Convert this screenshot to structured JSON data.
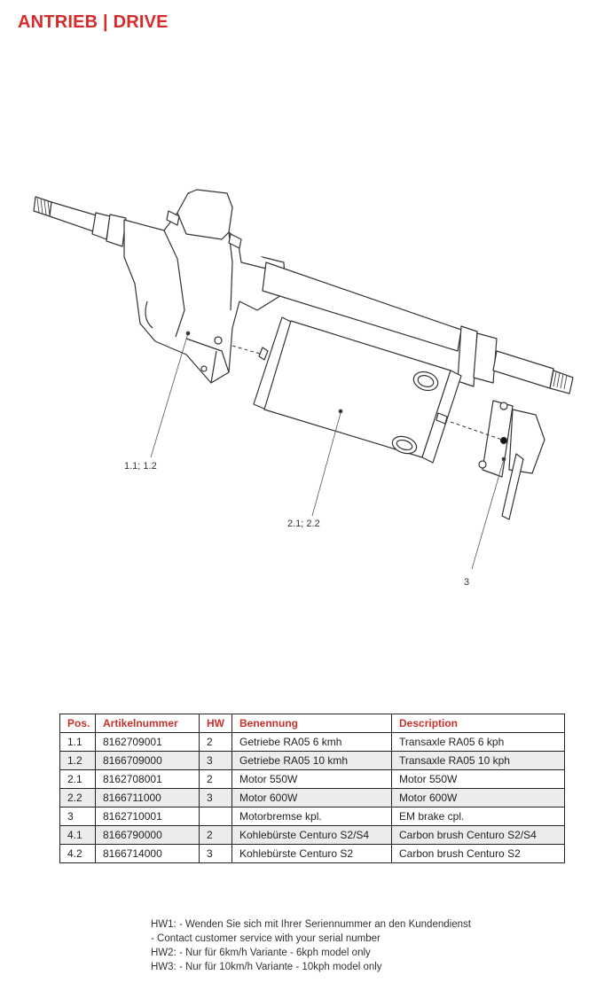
{
  "header": {
    "title": "ANTRIEB  | DRIVE"
  },
  "callouts": [
    "1.1; 1.2",
    "2.1; 2.2",
    "3"
  ],
  "table": {
    "headers": [
      "Pos.",
      "Artikelnummer",
      "HW",
      "Benennung",
      "Description"
    ],
    "rows": [
      [
        "1.1",
        "8162709001",
        "2",
        "Getriebe RA05 6 kmh",
        "Transaxle RA05 6 kph"
      ],
      [
        "1.2",
        "8166709000",
        "3",
        "Getriebe RA05 10 kmh",
        "Transaxle RA05 10 kph"
      ],
      [
        "2.1",
        "8162708001",
        "2",
        "Motor 550W",
        "Motor 550W"
      ],
      [
        "2.2",
        "8166711000",
        "3",
        "Motor 600W",
        "Motor 600W"
      ],
      [
        "3",
        "8162710001",
        "",
        "Motorbremse kpl.",
        "EM brake cpl."
      ],
      [
        "4.1",
        "8166790000",
        "2",
        "Kohlebürste Centuro S2/S4",
        "Carbon brush Centuro S2/S4"
      ],
      [
        "4.2",
        "8166714000",
        "3",
        "Kohlebürste Centuro S2",
        "Carbon brush Centuro S2"
      ]
    ]
  },
  "notes": [
    "HW1: - Wenden Sie sich mit Ihrer Seriennummer an den Kundendienst",
    "- Contact customer service with your serial number",
    "HW2: - Nur für 6km/h Variante - 6kph model only",
    "HW3: - Nur für 10km/h Variante - 10kph model only"
  ]
}
